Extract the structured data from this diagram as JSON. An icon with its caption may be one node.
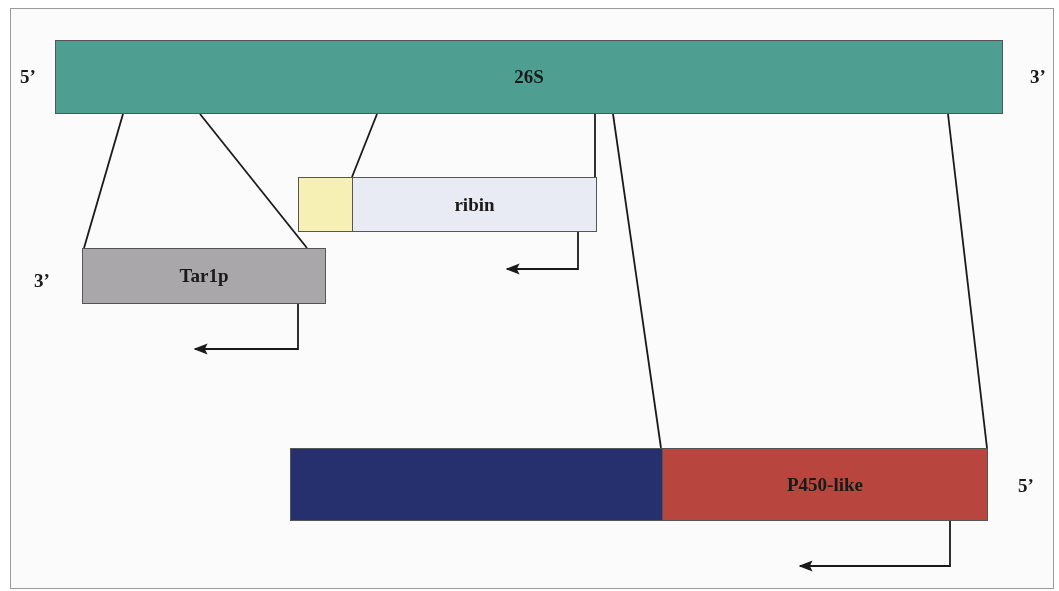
{
  "diagram": {
    "nodes": [
      {
        "text": [
          "26S"
        ],
        "beside": [
          "5’",
          "3’"
        ]
      },
      {
        "text": [],
        "shape": "box"
      },
      {
        "text": [
          "ribin"
        ]
      },
      {
        "text": [
          "Tar1p"
        ],
        "beside": [
          "3’"
        ]
      },
      {
        "text": [],
        "shape": "box"
      },
      {
        "text": [
          "P450-like"
        ],
        "beside": [
          "5’"
        ]
      }
    ],
    "edges": [
      {
        "from": 0,
        "to": 3,
        "arrow": "none"
      },
      {
        "from": 0,
        "to": 3,
        "arrow": "none"
      },
      {
        "from": 0,
        "to": 2,
        "arrow": "none"
      },
      {
        "from": 0,
        "to": 2,
        "arrow": "none"
      },
      {
        "from": 0,
        "to": 5,
        "arrow": "none"
      },
      {
        "from": 0,
        "to": 5,
        "arrow": "none"
      },
      {
        "from": 3,
        "to": null,
        "arrow": "to"
      },
      {
        "from": 2,
        "to": null,
        "arrow": "to"
      },
      {
        "from": 5,
        "to": null,
        "arrow": "to"
      }
    ]
  }
}
